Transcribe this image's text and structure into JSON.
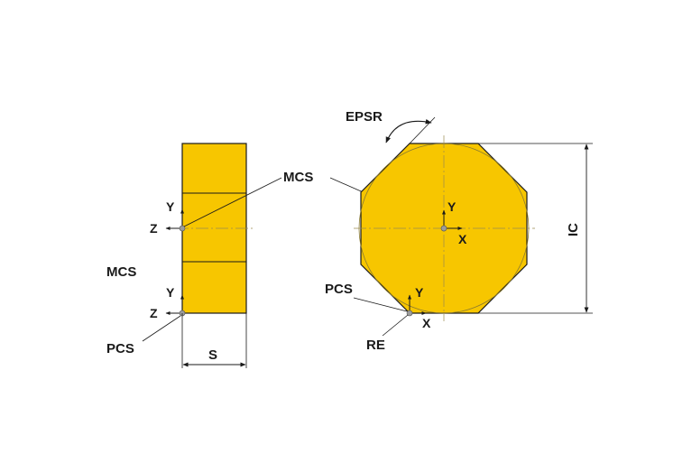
{
  "labels": {
    "mcs_side": "MCS",
    "mcs_top": "MCS",
    "pcs_side": "PCS",
    "pcs_top": "PCS",
    "s": "S",
    "epsr": "EPSR",
    "ic": "IC",
    "re": "RE"
  },
  "axes": {
    "y": "Y",
    "z": "Z",
    "x": "X"
  },
  "colors": {
    "insert_fill": "#f7c600",
    "outline": "#1a1a1a",
    "background": "#ffffff"
  }
}
